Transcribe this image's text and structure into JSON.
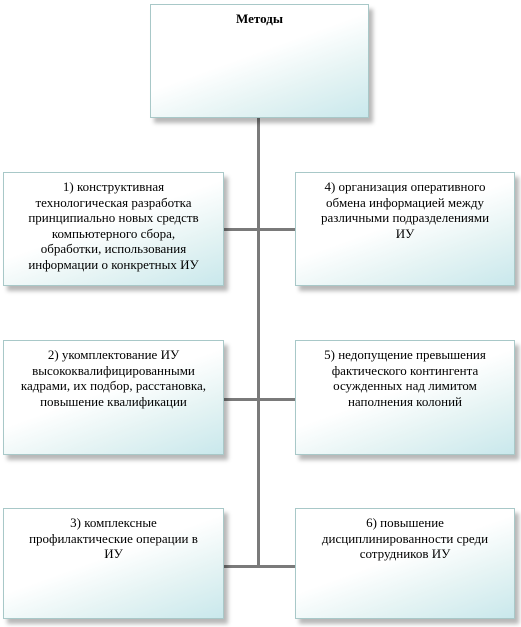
{
  "diagram": {
    "root": {
      "label": "Методы"
    },
    "nodes": [
      {
        "id": "1",
        "label": "1) конструктивная\nтехнологическая разработка\nпринципиально новых средств\nкомпьютерного сбора,\nобработки, использования\nинформации о конкретных ИУ"
      },
      {
        "id": "4",
        "label": "4) организация оперативного\nобмена информацией между\nразличными подразделениями\nИУ"
      },
      {
        "id": "2",
        "label": "2) укомплектование ИУ\nвысококвалифицированными\nкадрами, их подбор, расстановка,\nповышение квалификации"
      },
      {
        "id": "5",
        "label": "5) недопущение превышения\nфактического контингента\nосужденных над лимитом\nнаполнения колоний"
      },
      {
        "id": "3",
        "label": "3) комплексные\nпрофилактические операции в\nИУ"
      },
      {
        "id": "6",
        "label": "6) повышение\nдисциплинированности среди\nсотрудников ИУ"
      }
    ]
  },
  "colors": {
    "box_border": "#a8c8c8",
    "box_gradient_end": "#c9e8ec",
    "connector": "#7a7a7a"
  }
}
